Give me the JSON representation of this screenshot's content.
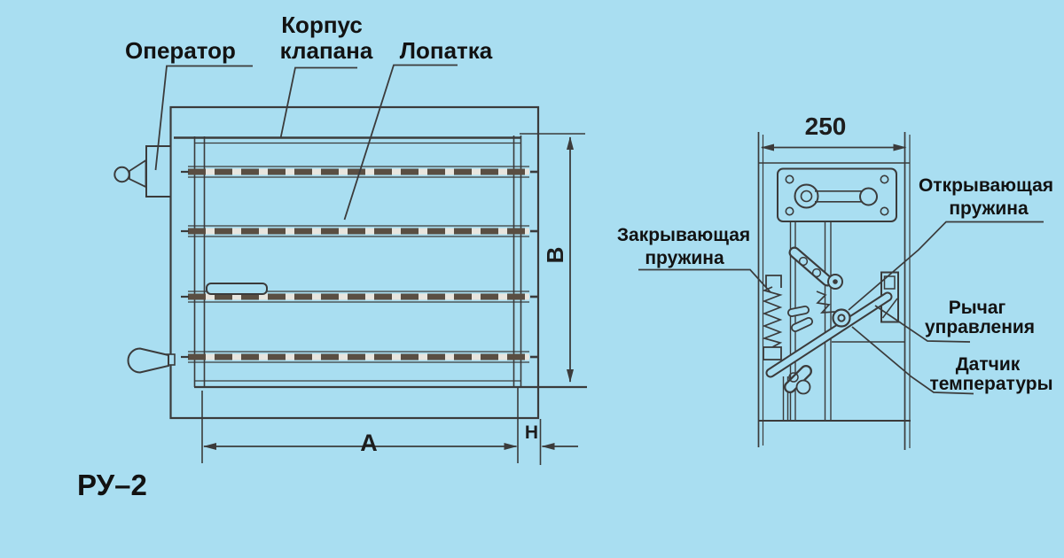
{
  "colors": {
    "background": "#a9def1",
    "line": "#3b3b3b",
    "text": "#121212",
    "blade_dash": "#5a4e42",
    "blade_gap": "#e8e5de"
  },
  "front_view": {
    "model_label": "РУ–2",
    "labels": {
      "operator": "Оператор",
      "valve_body_line1": "Корпус",
      "valve_body_line2": "клапана",
      "blade": "Лопатка"
    },
    "dimensions": {
      "width": "A",
      "height": "B",
      "flange_depth": "H"
    }
  },
  "side_view": {
    "dimensions": {
      "depth": "250"
    },
    "labels": {
      "closing_spring_line1": "Закрывающая",
      "closing_spring_line2": "пружина",
      "opening_spring_line1": "Открывающая",
      "opening_spring_line2": "пружина",
      "control_lever_line1": "Рычаг",
      "control_lever_line2": "управления",
      "temperature_sensor_line1": "Датчик",
      "temperature_sensor_line2": "температуры"
    }
  }
}
